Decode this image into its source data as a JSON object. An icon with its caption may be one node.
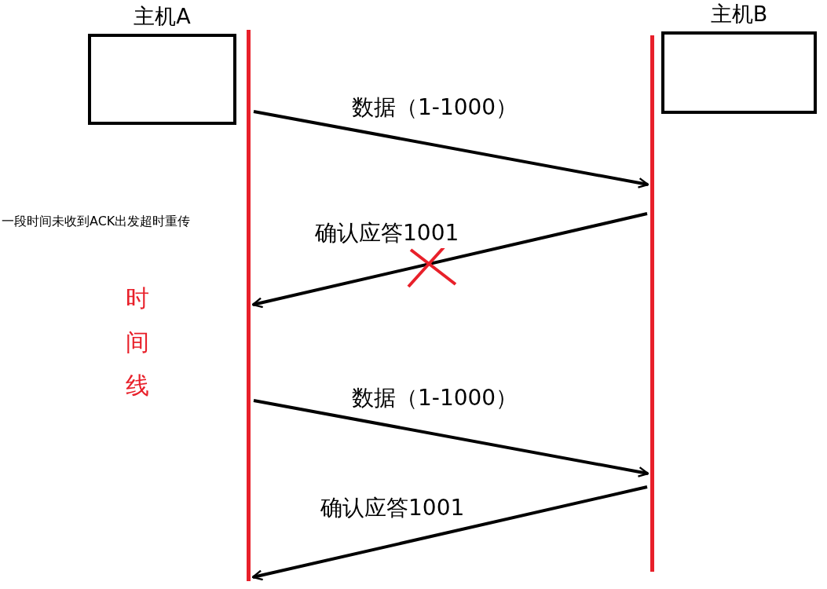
{
  "diagram": {
    "nodes": [
      {
        "text": [
          "主机A"
        ]
      },
      {
        "text": [
          "主机B"
        ]
      },
      {
        "text": [],
        "shape": "bar"
      },
      {
        "text": [],
        "shape": "bar"
      }
    ],
    "edges": [
      {
        "from": 2,
        "to": 3,
        "arrow": "to",
        "label": "数据（1-1000）"
      },
      {
        "from": 3,
        "to": 2,
        "arrow": "to",
        "label": "确认应答1001"
      },
      {
        "from": 2,
        "to": 3,
        "arrow": "to",
        "label": "数据（1-1000）"
      },
      {
        "from": 3,
        "to": 2,
        "arrow": "to",
        "label": "确认应答1001"
      }
    ],
    "labels": [
      "一段时间未收到ACK出发超时重传",
      "时间线"
    ]
  }
}
